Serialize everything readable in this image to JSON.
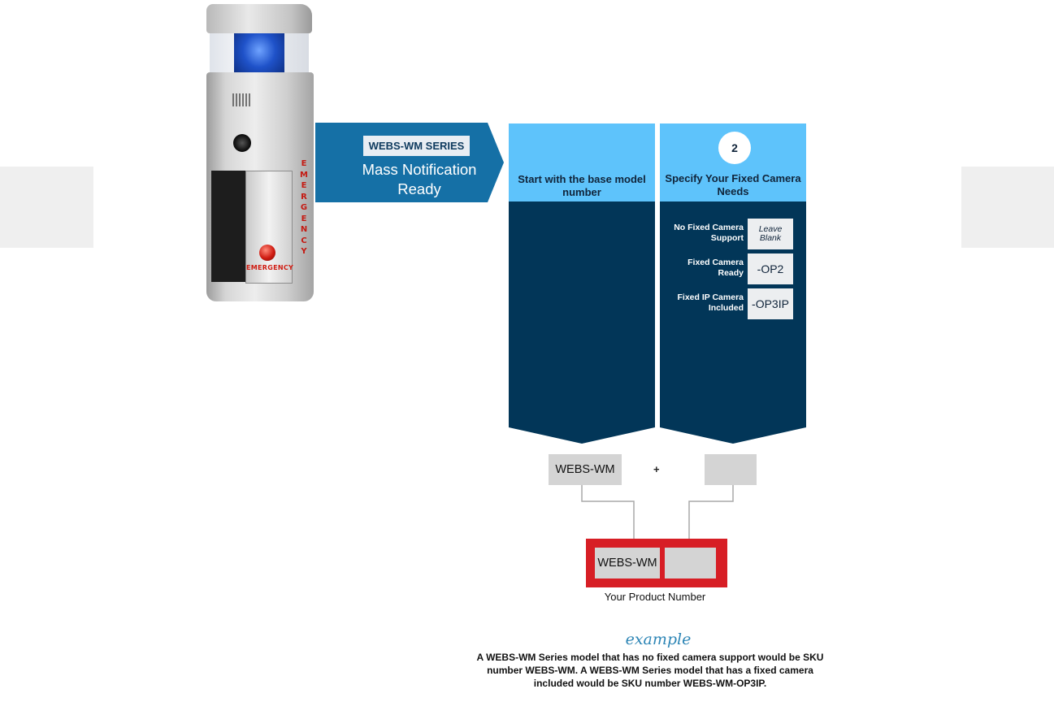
{
  "banner": {
    "series_tag": "WEBS-WM SERIES",
    "line1": "Mass Notification",
    "line2": "Ready"
  },
  "device": {
    "side_text": "EMERGENCY",
    "panel_text": "EMERGENCY"
  },
  "step1": {
    "heading": "Start with the base model number"
  },
  "step2": {
    "number": "2",
    "heading": "Specify Your Fixed Camera Needs",
    "options": [
      {
        "label": "No Fixed Camera Support",
        "code": "Leave Blank"
      },
      {
        "label": "Fixed Camera Ready",
        "code": "-OP2"
      },
      {
        "label": "Fixed IP Camera Included",
        "code": "-OP3IP"
      }
    ]
  },
  "builder": {
    "base_code": "WEBS-WM",
    "plus": "+",
    "result_code": "WEBS-WM",
    "result_caption": "Your Product Number"
  },
  "example": {
    "title": "example",
    "text": "A WEBS-WM Series model that has no fixed camera support would be SKU number WEBS-WM. A WEBS-WM Series model that has a fixed camera included would be SKU number WEBS-WM-OP3IP."
  },
  "colors": {
    "banner_blue": "#1570a6",
    "column_navy": "#023658",
    "column_header": "#5ec3fb",
    "result_red": "#d71e25"
  }
}
